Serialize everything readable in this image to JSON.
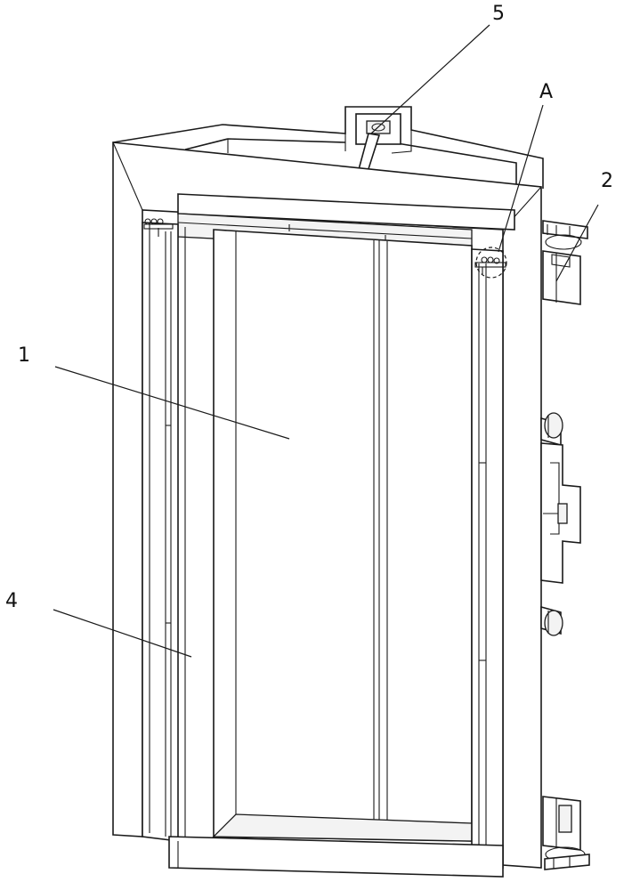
{
  "labels": {
    "door_panel": "1",
    "side_mechanism": "2",
    "door_frame": "4",
    "top_linkage": "5",
    "detail_a": "A"
  }
}
